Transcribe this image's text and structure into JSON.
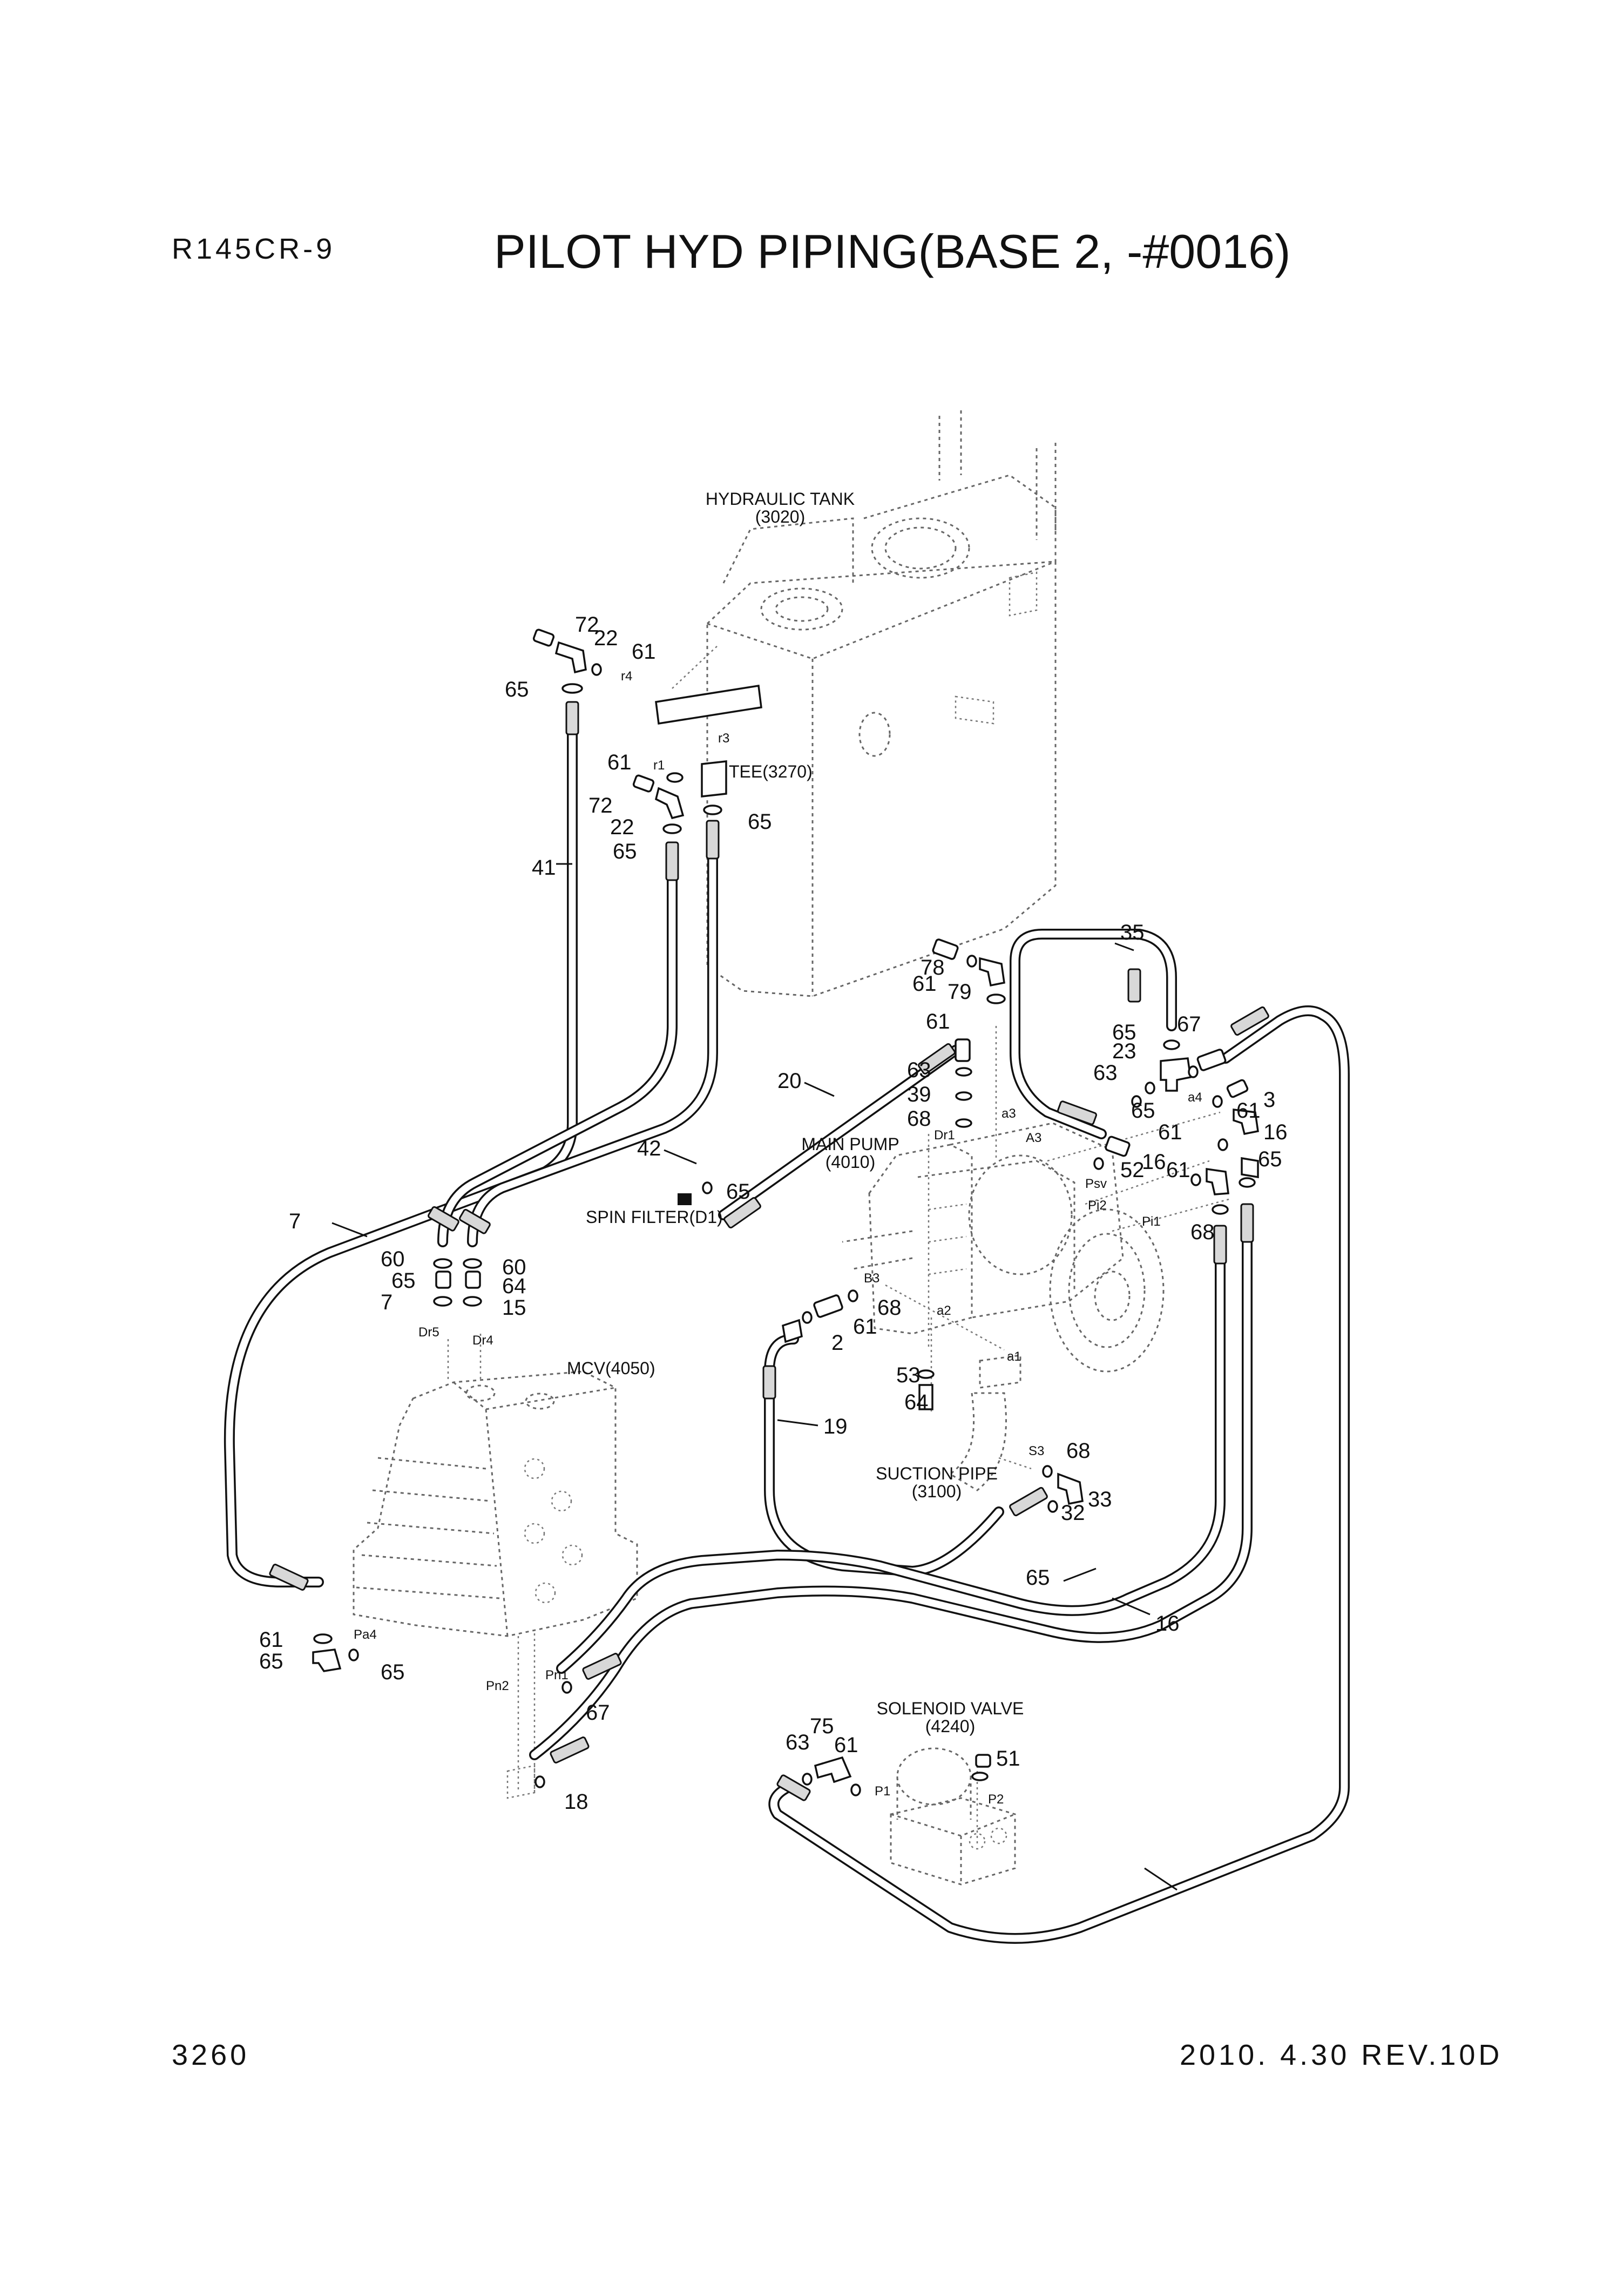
{
  "header": {
    "model": "R145CR-9",
    "title": "PILOT HYD PIPING(BASE 2, -#0016)"
  },
  "footer": {
    "page_number": "3260",
    "revision": "2010. 4.30  REV.10D"
  },
  "components": {
    "hydraulic_tank": "HYDRAULIC TANK",
    "hydraulic_tank_code": "(3020)",
    "tee": "TEE(3270)",
    "main_pump": "MAIN PUMP",
    "main_pump_code": "(4010)",
    "spin_filter": "SPIN FILTER(D1)",
    "mcv": "MCV(4050)",
    "suction_pipe": "SUCTION PIPE",
    "suction_pipe_code": "(3100)",
    "solenoid_valve": "SOLENOID VALVE",
    "solenoid_valve_code": "(4240)"
  },
  "port_labels": [
    "r4",
    "r1",
    "r3",
    "a3",
    "A3",
    "a4",
    "Dr1",
    "Psv",
    "Pi2",
    "Pi1",
    "B3",
    "a2",
    "a1",
    "S3",
    "Dr5",
    "Dr4",
    "Pa4",
    "Pn1",
    "Pn2",
    "P1",
    "P2"
  ],
  "part_numbers": [
    "72",
    "22",
    "61",
    "65",
    "61",
    "72",
    "22",
    "65",
    "65",
    "41",
    "35",
    "78",
    "61",
    "79",
    "61",
    "65",
    "67",
    "23",
    "63",
    "65",
    "3",
    "61",
    "16",
    "61",
    "16",
    "65",
    "61",
    "52",
    "68",
    "20",
    "63",
    "39",
    "68",
    "42",
    "65",
    "7",
    "60",
    "65",
    "7",
    "60",
    "64",
    "15",
    "68",
    "61",
    "2",
    "53",
    "64",
    "19",
    "68",
    "33",
    "32",
    "65",
    "16",
    "61",
    "65",
    "65",
    "67",
    "18",
    "63",
    "75",
    "61",
    "51"
  ]
}
